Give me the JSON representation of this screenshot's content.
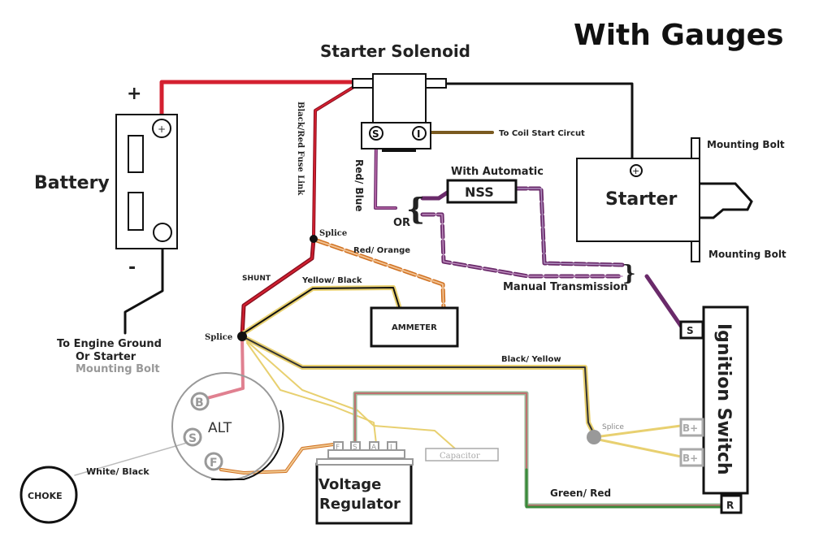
{
  "title": "With Gauges",
  "components": {
    "battery": {
      "label": "Battery",
      "plus": "+",
      "minus": "-",
      "terminal_pos": "+"
    },
    "solenoid": {
      "label": "Starter Solenoid",
      "terminal_s": "S",
      "terminal_i": "I"
    },
    "starter": {
      "label": "Starter",
      "terminal": "+",
      "mount_top": "Mounting Bolt",
      "mount_bottom": "Mounting Bolt"
    },
    "nss": {
      "label": "NSS",
      "caption": "With Automatic"
    },
    "ammeter": {
      "label": "AMMETER"
    },
    "alternator": {
      "label": "ALT",
      "terminals": [
        "B",
        "S",
        "F"
      ]
    },
    "choke": {
      "label": "CHOKE"
    },
    "regulator": {
      "label_line1": "Voltage",
      "label_line2": "Regulator",
      "terminals": [
        "F",
        "S",
        "A",
        "I"
      ]
    },
    "capacitor": {
      "label": "Capacitor"
    },
    "ignition": {
      "label": "Ignition Switch",
      "terminal_s": "S",
      "terminal_b1": "B+",
      "terminal_b2": "B+",
      "terminal_r": "R"
    }
  },
  "wires": {
    "fuse_link": "Black/Red Fuse Link",
    "red_blue": "Red/ Blue",
    "or": "OR",
    "to_coil": "To Coil Start Circut",
    "manual": "Manual Transmission",
    "splice_top": "Splice",
    "red_orange": "Red/ Orange",
    "shunt": "SHUNT",
    "yellow_black": "Yellow/ Black",
    "splice_mid": "Splice",
    "black_yellow": "Black/ Yellow",
    "splice_right": "Splice",
    "white_black": "White/ Black",
    "green_red": "Green/ Red",
    "ground_line1": "To Engine Ground",
    "ground_line2": "Or Starter",
    "ground_line3": "Mounting Bolt"
  },
  "colors": {
    "red": "#d42030",
    "darkred": "#8a1020",
    "purple": "#6a2a6a",
    "orange": "#d07020",
    "yellow": "#e8d070",
    "green": "#3a8a3a",
    "brown": "#7a5a20",
    "pink": "#e08090",
    "gray": "#999999"
  }
}
